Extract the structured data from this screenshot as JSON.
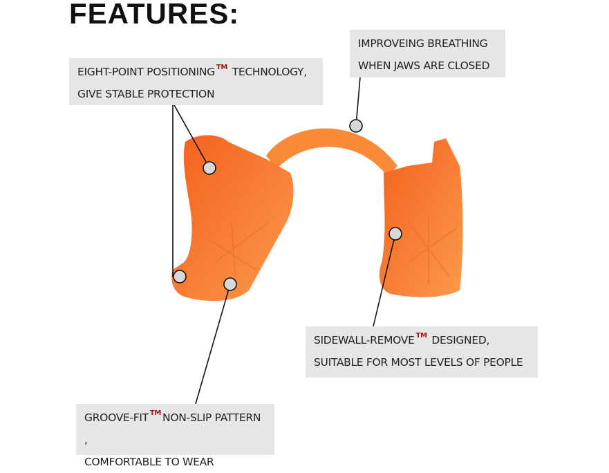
{
  "title": "FEATURES:",
  "callouts": {
    "positioning": {
      "line1_a": "EIGHT-POINT POSITIONING",
      "tm": "TM",
      "line1_b": "TECHNOLOGY,",
      "line2": "GIVE STABLE PROTECTION"
    },
    "breathing": {
      "line1": "IMPROVEING BREATHING",
      "line2": "WHEN JAWS ARE CLOSED"
    },
    "sidewall": {
      "line1_a": "SIDEWALL-REMOVE",
      "tm": "TM",
      "line1_b": "DESIGNED,",
      "line2": "SUITABLE FOR MOST LEVELS OF PEOPLE"
    },
    "groove": {
      "line1_a": "GROOVE-FIT",
      "tm": "TM",
      "line1_b": "NON-SLIP PATTERN ,",
      "line2": "COMFORTABLE TO WEAR"
    }
  },
  "colors": {
    "product": "#f7852f",
    "box": "#e6e6e6",
    "tm": "#aa1111"
  }
}
